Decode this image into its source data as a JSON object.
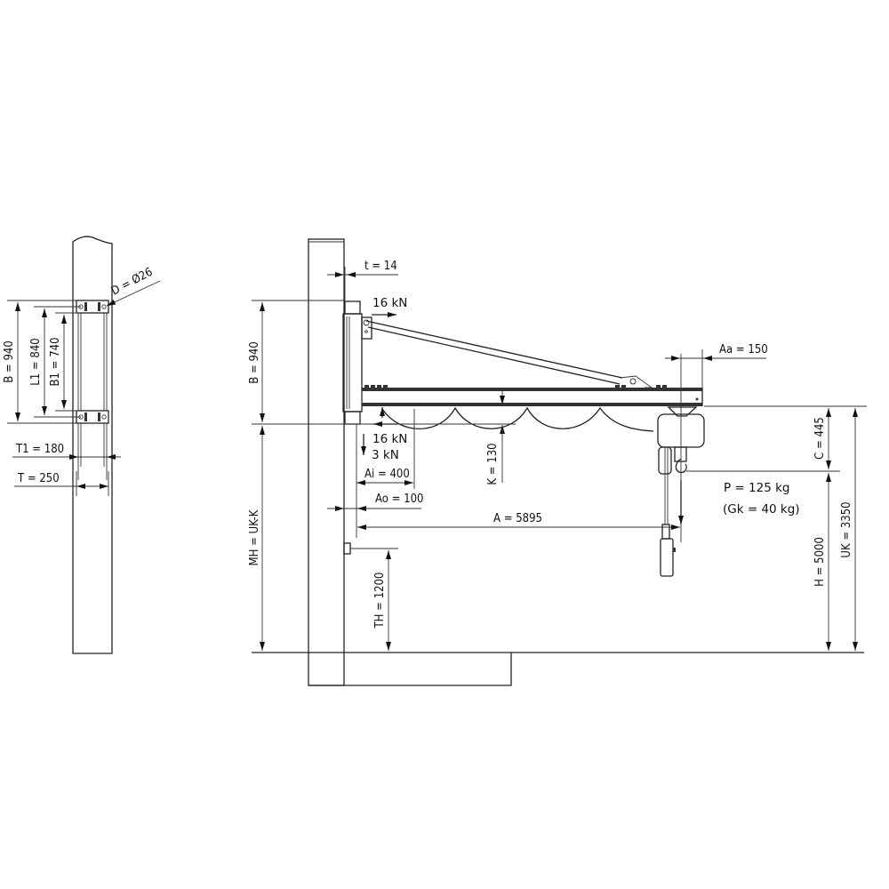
{
  "drawing": {
    "title": "Wall-mounted jib crane dimension drawing",
    "colors": {
      "line": "#222222",
      "background": "#ffffff"
    }
  },
  "side_view": {
    "labels": {
      "B": "B = 940",
      "L1": "L1 = 840",
      "B1": "B1 = 740",
      "D": "D = Ø26",
      "T1": "T1 = 180",
      "T": "T = 250"
    }
  },
  "front_view": {
    "labels": {
      "t": "t = 14",
      "B": "B = 940",
      "force_top": "16 kN",
      "force_bottom_h": "16 kN",
      "force_bottom_v": "3 kN",
      "Ai": "Ai = 400",
      "Ao": "Ao = 100",
      "K": "K = 130",
      "A": "A = 5895",
      "Aa": "Aa = 150",
      "MH": "MH = UK-K",
      "TH": "TH = 1200",
      "P": "P = 125 kg",
      "Gk": "(Gk = 40 kg)",
      "C": "C = 445",
      "H": "H = 5000",
      "UK": "UK = 3350"
    }
  }
}
